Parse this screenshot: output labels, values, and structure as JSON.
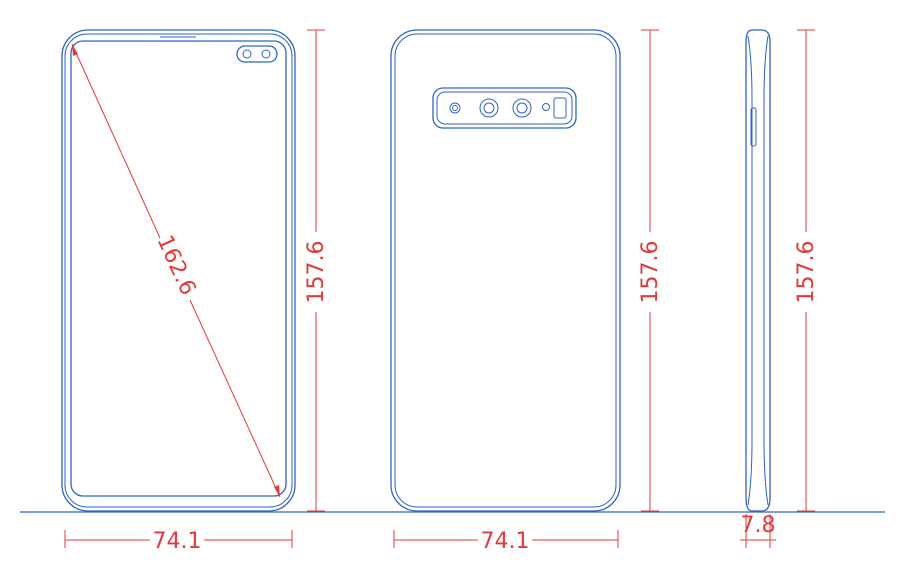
{
  "colors": {
    "outline": "#2f63c7",
    "dimension": "#e23a3a",
    "background": "#ffffff"
  },
  "front": {
    "diagonal_label": "162.6",
    "height_label": "157.6",
    "width_label": "74.1"
  },
  "back": {
    "height_label": "157.6",
    "width_label": "74.1"
  },
  "side": {
    "height_label": "157.6",
    "thickness_label": "7.8"
  }
}
